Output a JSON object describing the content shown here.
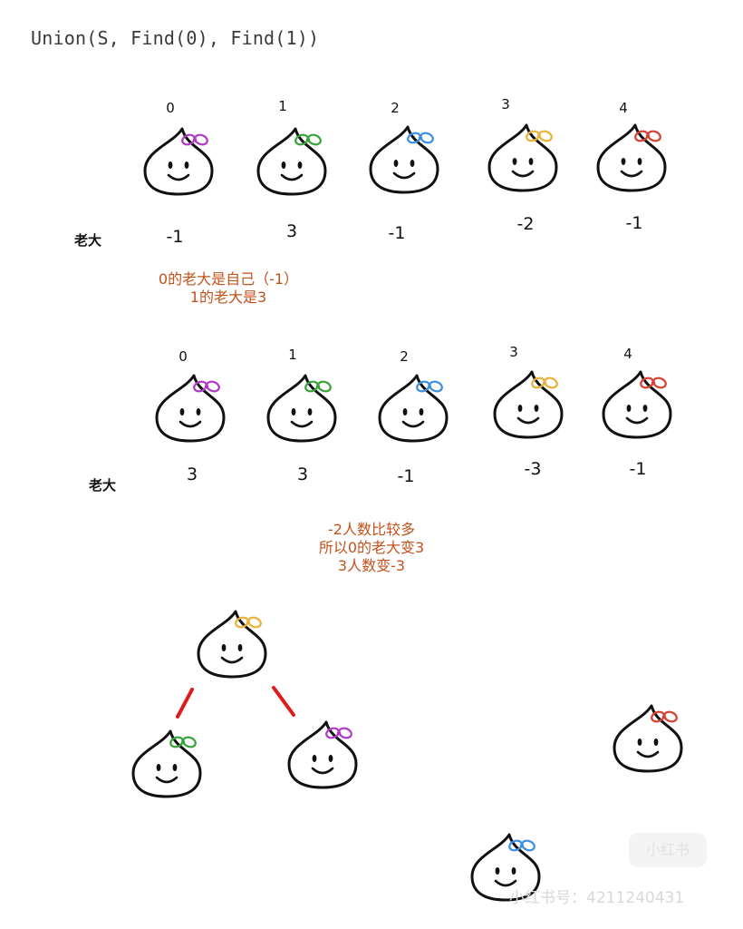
{
  "title": "Union(S, Find(0), Find(1))",
  "boss_label": "老大",
  "before": {
    "indices": [
      "0",
      "1",
      "2",
      "3",
      "4"
    ],
    "values": [
      "-1",
      "3",
      "-1",
      "-2",
      "-1"
    ]
  },
  "note1": {
    "line1": "0的老大是自己（-1）",
    "line2": "1的老大是3"
  },
  "after": {
    "indices": [
      "0",
      "1",
      "2",
      "3",
      "4"
    ],
    "values": [
      "3",
      "3",
      "-1",
      "-3",
      "-1"
    ]
  },
  "note2": {
    "line1": "-2人数比较多",
    "line2": "所以0的老大变3",
    "line3": "3人数变-3"
  },
  "bow_colors": {
    "0": "#b23ac9",
    "1": "#3aa33a",
    "2": "#3f8fe0",
    "3": "#e9b23a",
    "4": "#d9402f"
  },
  "edge_color": "#e01b1b",
  "watermark": "小红书号：4211240431",
  "watermark_logo": "小红书",
  "icons": {
    "character": "onion-face-icon",
    "bow": "bow-icon"
  }
}
